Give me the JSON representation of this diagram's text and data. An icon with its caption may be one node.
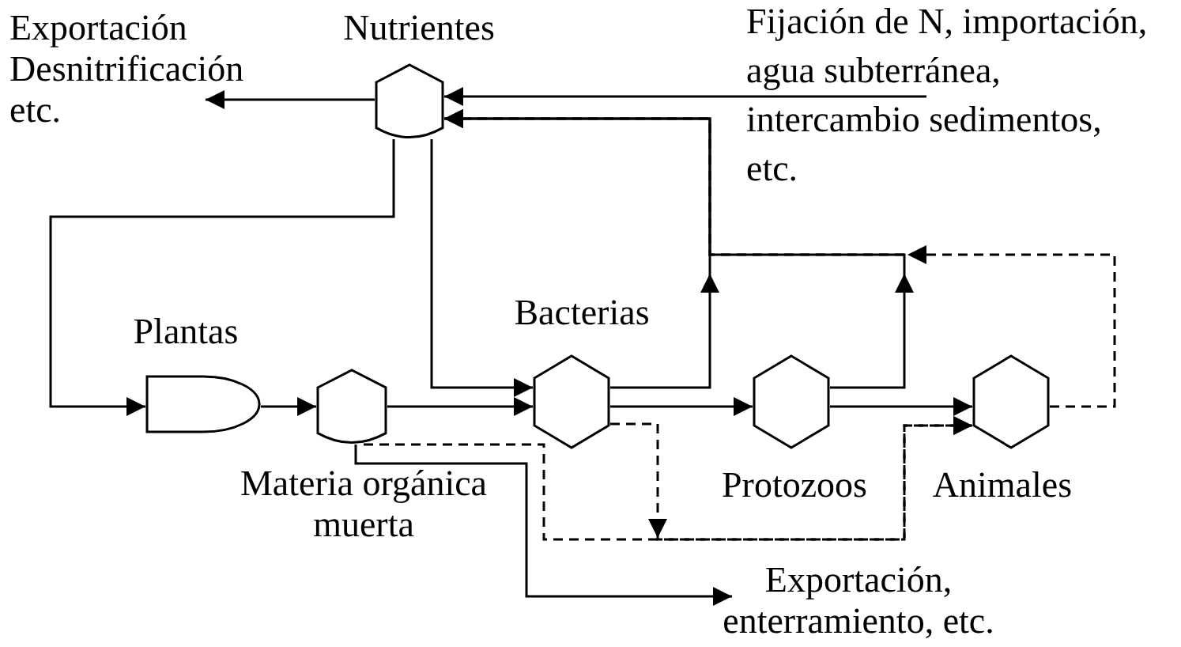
{
  "diagram": {
    "nodes": [
      {
        "text": [
          "Nutrientes"
        ]
      },
      {
        "text": [
          "Exportación Desnitrificación etc."
        ]
      },
      {
        "text": [
          "Fijación de N, importación, agua subterránea, intercambio sedimentos, etc."
        ]
      },
      {
        "text": [
          "Plantas"
        ]
      },
      {
        "text": [
          "Materia orgánica muerta"
        ]
      },
      {
        "text": [
          "Bacterias"
        ]
      },
      {
        "text": [
          "Protozoos"
        ]
      },
      {
        "text": [
          "Animales"
        ]
      },
      {
        "text": [
          "Exportación, enterramiento, etc."
        ]
      }
    ],
    "edges": [
      {
        "from": 0,
        "to": 1,
        "arrow": "to"
      },
      {
        "from": 2,
        "to": 0,
        "arrow": "to"
      },
      {
        "from": 5,
        "to": 0,
        "arrow": "to"
      },
      {
        "from": 6,
        "to": 0,
        "arrow": "to"
      },
      {
        "from": 7,
        "to": 0,
        "arrow": "to",
        "style": "dashed"
      },
      {
        "from": 0,
        "to": 3,
        "arrow": "to"
      },
      {
        "from": 0,
        "to": 5,
        "arrow": "to"
      },
      {
        "from": 3,
        "to": 4,
        "arrow": "to"
      },
      {
        "from": 4,
        "to": 5,
        "arrow": "to"
      },
      {
        "from": 5,
        "to": 6,
        "arrow": "to"
      },
      {
        "from": 6,
        "to": 7,
        "arrow": "to"
      },
      {
        "from": 4,
        "to": 7,
        "arrow": "to",
        "style": "dashed"
      },
      {
        "from": 5,
        "to": 7,
        "arrow": "to",
        "style": "dashed"
      },
      {
        "from": 4,
        "to": 8,
        "arrow": "to"
      }
    ]
  }
}
